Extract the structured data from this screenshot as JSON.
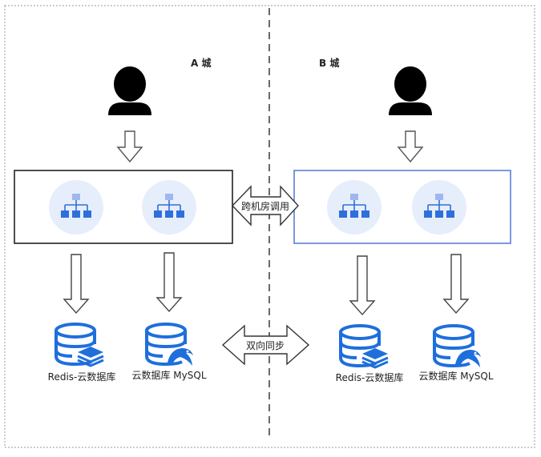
{
  "cities": {
    "a": {
      "label": "A 城",
      "db1_label": "Redis-云数据库",
      "db2_label": "云数据库 MySQL"
    },
    "b": {
      "label": "B 城",
      "db1_label": "Redis-云数据库",
      "db2_label": "云数据库 MySQL"
    }
  },
  "links": {
    "cross_call": "跨机房调用",
    "sync": "双向同步"
  },
  "colors": {
    "a_box_border": "#222222",
    "b_box_border": "#5b7ed8",
    "icon_blue": "#1e6fdc",
    "node_circle": "#e6eefb",
    "node_blue": "#2f6fdc",
    "node_light": "#9fb7ee"
  },
  "icons": {
    "user": "user-icon",
    "service": "service-network-icon",
    "redis": "redis-database-icon",
    "mysql": "mysql-database-icon"
  }
}
